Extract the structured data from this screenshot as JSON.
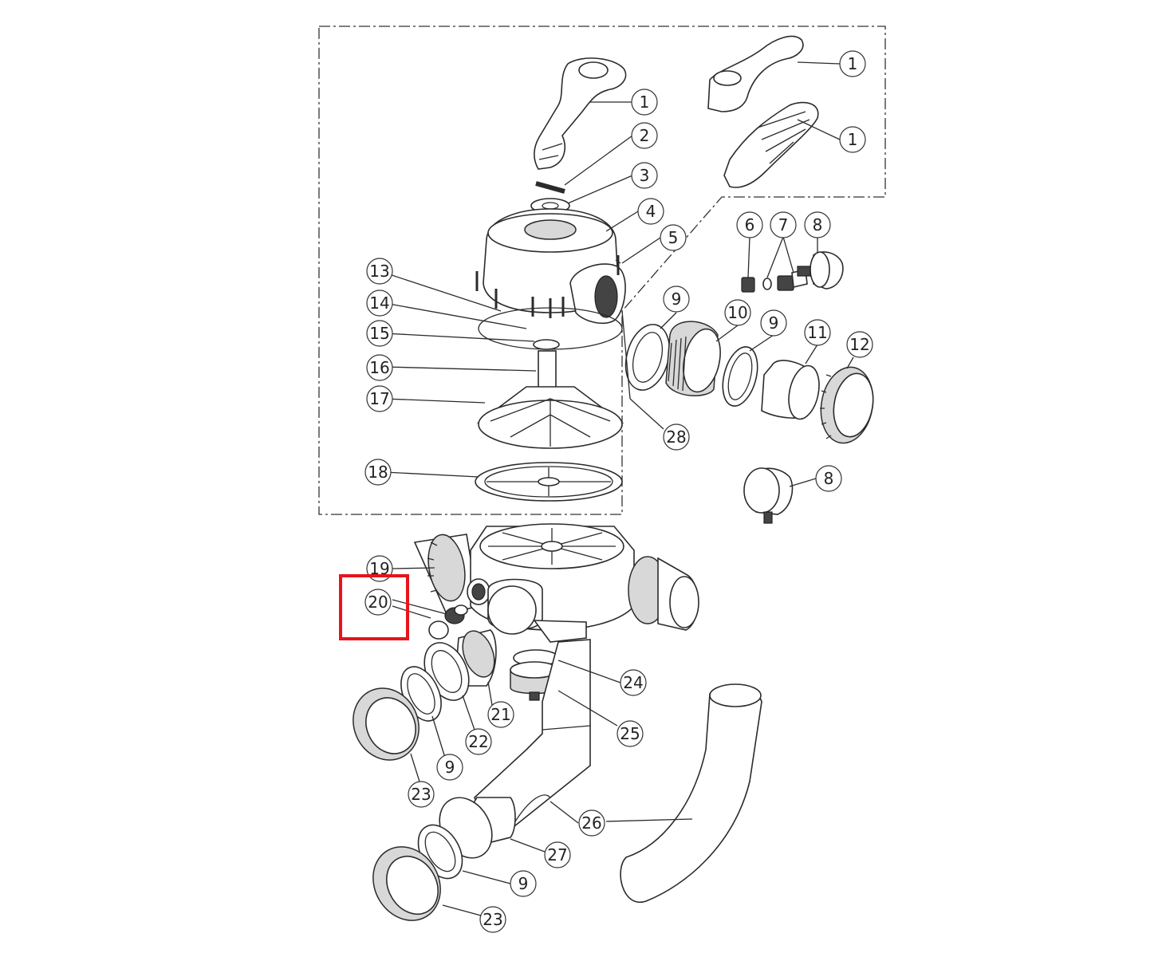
{
  "callouts": {
    "c1a": "1",
    "c1b": "1",
    "c1c": "1",
    "c2": "2",
    "c3": "3",
    "c4": "4",
    "c5": "5",
    "c6": "6",
    "c7": "7",
    "c8a": "8",
    "c8b": "8",
    "c9a": "9",
    "c9b": "9",
    "c9c": "9",
    "c9d": "9",
    "c10": "10",
    "c11": "11",
    "c12": "12",
    "c13": "13",
    "c14": "14",
    "c15": "15",
    "c16": "16",
    "c17": "17",
    "c18": "18",
    "c19": "19",
    "c20": "20",
    "c21": "21",
    "c22": "22",
    "c23a": "23",
    "c23b": "23",
    "c24": "24",
    "c25": "25",
    "c26": "26",
    "c27": "27",
    "c28": "28"
  },
  "highlight_color": "#e8141b",
  "highlighted_part": "20"
}
